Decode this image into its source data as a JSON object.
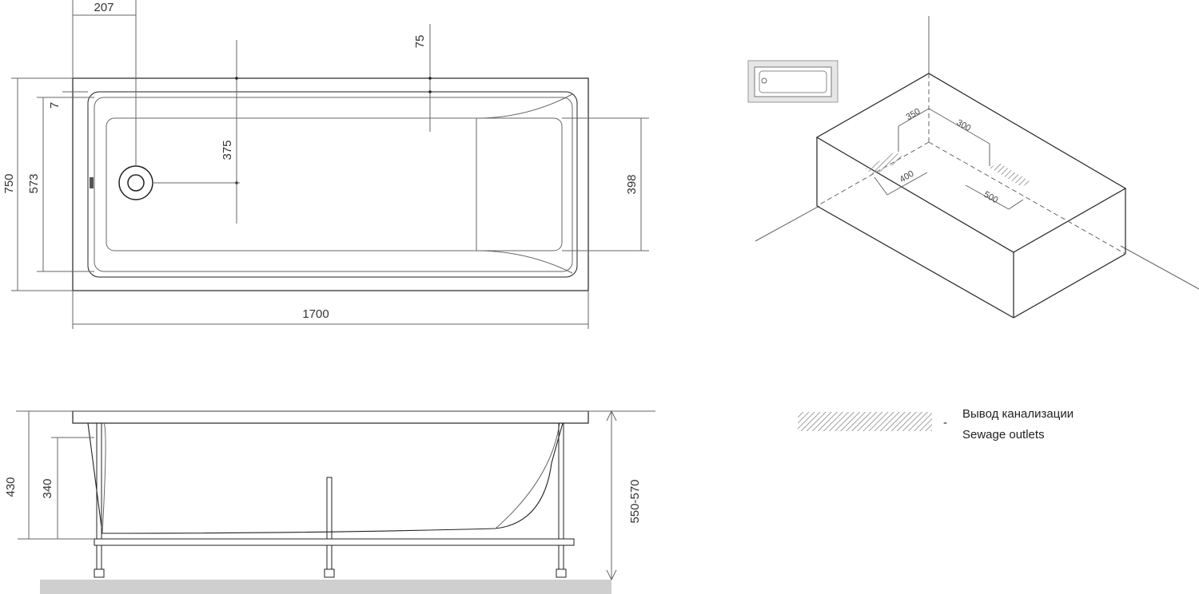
{
  "top_view": {
    "dims": [
      "207",
      "75",
      "7",
      "750",
      "573",
      "375",
      "398",
      "1700"
    ]
  },
  "side_view": {
    "dims": [
      "430",
      "340",
      "550-570"
    ]
  },
  "iso_view": {
    "dims": [
      "350",
      "300",
      "400",
      "500"
    ]
  },
  "legend": {
    "line1": "Вывод канализации",
    "line2": "Sewage outlets",
    "dash": "-"
  },
  "colors": {
    "line": "#222222",
    "hatch": "#888888",
    "floor": "#cccccc"
  }
}
